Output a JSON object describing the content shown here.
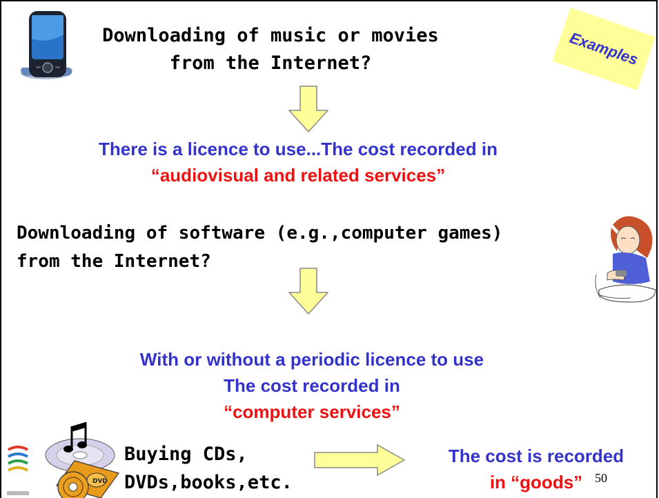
{
  "badge": "Examples",
  "question_1": {
    "line_1": "Downloading of music or movies",
    "line_2": "from the Internet?"
  },
  "answer_1": {
    "line_1": "There is a licence to use...The cost recorded in",
    "line_2": "“audiovisual and related services”"
  },
  "question_2": {
    "line_1": "Downloading of software (e.g.,computer games)",
    "line_2": "from the Internet?"
  },
  "answer_2": {
    "line_1": "With or without a periodic licence to use",
    "line_2": "The cost recorded in",
    "line_3": "“computer services”"
  },
  "question_3": {
    "line_1": "Buying CDs,",
    "line_2": "DVDs,books,etc."
  },
  "answer_3": {
    "line_1": "The cost is recorded",
    "line_2_prefix": "in ",
    "line_2_highlight": "“goods”"
  },
  "page_number": "50",
  "colors": {
    "question_text": "#000000",
    "answer_text": "#3333cc",
    "highlight_text": "#ee1111",
    "arrow_fill": "#ffff99",
    "badge_fill": "#ffff99"
  },
  "icons": [
    "mobile-phone-icon",
    "girl-gamer-clipart-icon",
    "cd-music-note-icon",
    "dvd-icon",
    "wto-logo-icon"
  ]
}
